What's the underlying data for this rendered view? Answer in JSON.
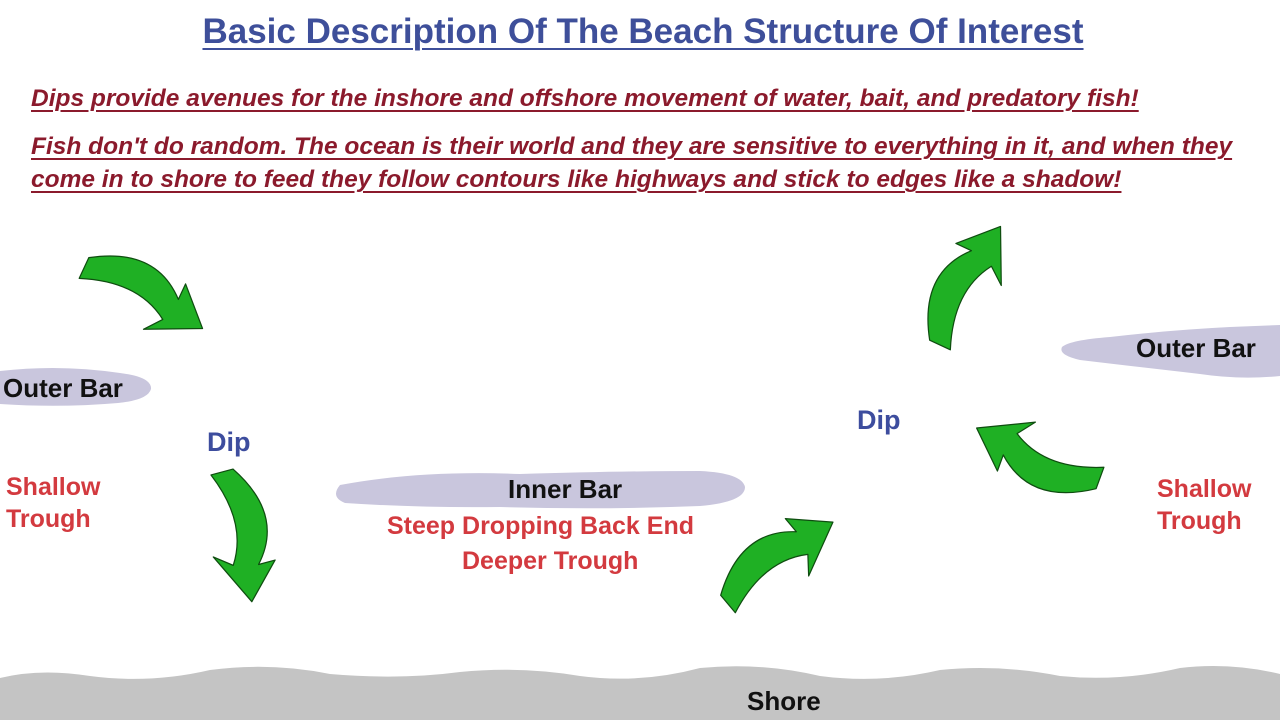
{
  "title": "Basic Description Of The Beach Structure Of Interest",
  "notes": [
    "Dips provide avenues for the inshore and offshore movement of water, bait, and predatory fish!",
    "Fish don't do random. The ocean is their world and they are sensitive to everything in it, and when they come in to shore to feed they follow contours like highways and stick to edges like a shadow!"
  ],
  "labels": {
    "outer_bar_left": "Outer Bar",
    "outer_bar_right": "Outer Bar",
    "dip_left": "Dip",
    "dip_right": "Dip",
    "shallow_left": "Shallow",
    "trough_left": "Trough",
    "shallow_right": "Shallow",
    "trough_right": "Trough",
    "inner_bar": "Inner Bar",
    "steep_back_end": "Steep Dropping Back End",
    "deeper_trough": "Deeper Trough",
    "shore": "Shore"
  },
  "colors": {
    "title": "#3e4f9a",
    "note": "#8b1a2c",
    "bar_fill": "#c9c6dd",
    "shore_fill": "#c4c4c4",
    "arrow_fill": "#1fb024",
    "arrow_stroke": "#0f4d10",
    "blue_label": "#3d4d9e",
    "red_label": "#d33a3f"
  },
  "icons": [
    "curved-arrow-icon"
  ]
}
